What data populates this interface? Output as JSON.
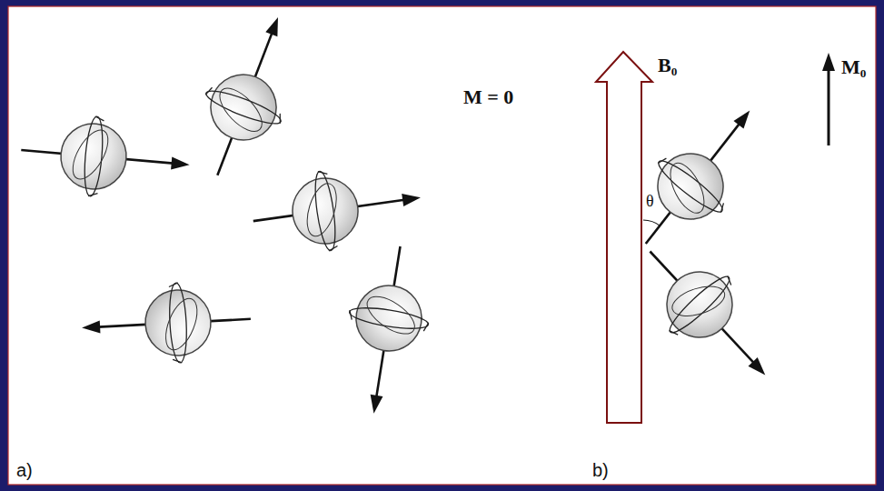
{
  "diagram": {
    "labels": [
      "M = 0",
      "B₀",
      "M₀",
      "θ",
      "a)",
      "b)"
    ]
  }
}
